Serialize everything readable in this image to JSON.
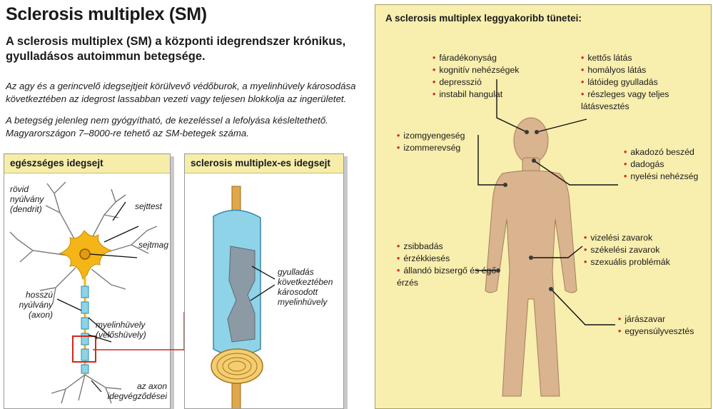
{
  "title": "Sclerosis multiplex (SM)",
  "subtitle": "A sclerosis multiplex (SM) a központi idegrendszer krónikus, gyulladásos autoimmun betegsége.",
  "paragraph1": "Az agy és a gerincvelő idegsejtjeit körülvevő védőburok, a myelinhüvely károsodása következtében az idegrost lassabban vezeti vagy teljesen blokkolja az ingerületet.",
  "paragraph2": "A betegség jelenleg nem gyógyítható, de kezeléssel a lefolyása késleltethető. Magyarországon 7–8000-re tehető az SM-betegek száma.",
  "healthy_panel": {
    "title": "egészséges idegsejt",
    "labels": {
      "dendrite": "rövid nyúlvány (dendrit)",
      "cell_body": "sejttest",
      "nucleus": "sejtmag",
      "axon": "hosszú nyúlvány (axon)",
      "myelin": "myelinhüvely (velőshüvely)",
      "terminals": "az axon idegvégződései"
    }
  },
  "ms_panel": {
    "title": "sclerosis multiplex-es idegsejt",
    "label": "gyulladás következtében károsodott myelinhüvely"
  },
  "symptoms_panel": {
    "title": "A sclerosis multiplex leggyakoribb tünetei:",
    "groups": {
      "mental": [
        "fáradékonyság",
        "kognitív nehézségek",
        "depresszió",
        "instabil hangulat"
      ],
      "vision": [
        "kettős látás",
        "homályos látás",
        "látóideg gyulladás",
        "részleges vagy teljes látásvesztés"
      ],
      "muscle": [
        "izomgyengeség",
        "izommerevség"
      ],
      "speech": [
        "akadozó beszéd",
        "dadogás",
        "nyelési nehézség"
      ],
      "sensory": [
        "zsibbadás",
        "érzékkiesés",
        "állandó bizsergő és égő érzés"
      ],
      "bladder": [
        "vizelési zavarok",
        "székelési zavarok",
        "szexuális problémák"
      ],
      "gait": [
        "járászavar",
        "egyensúlyvesztés"
      ]
    }
  },
  "colors": {
    "panel_yellow": "#f8eeae",
    "header_yellow": "#f6edaa",
    "neuron": "#f4b616",
    "myelin": "#8ed3e8",
    "body": "#d9b48f",
    "accent_red": "#d3281c"
  }
}
